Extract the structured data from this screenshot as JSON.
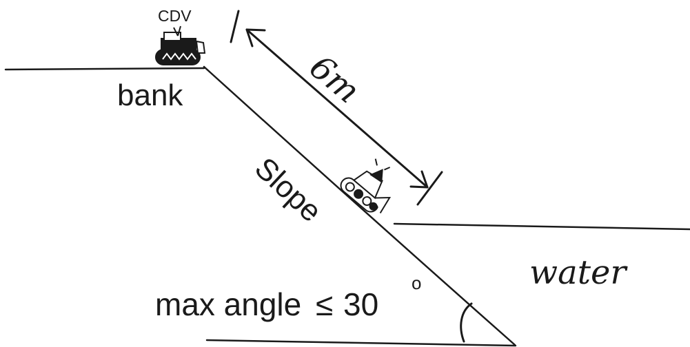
{
  "diagram": {
    "vehicle_label": "CDV",
    "bank_label": "bank",
    "slope_label": "Slope",
    "distance_label": "6m",
    "water_label": "water",
    "angle_label_text": "max angle",
    "angle_symbol": "≤",
    "angle_value": "30",
    "degree_mark": "o"
  },
  "colors": {
    "ink": "#1a1a1a",
    "background": "#ffffff"
  }
}
